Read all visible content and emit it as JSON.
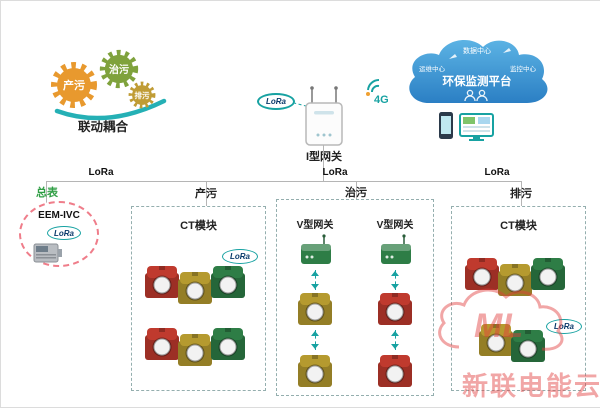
{
  "gears": {
    "gear_produce": "产污",
    "gear_treat": "治污",
    "gear_discharge": "排污",
    "caption": "联动耦合"
  },
  "gateway": {
    "label": "I型网关",
    "lora_badge": "LoRa"
  },
  "link": {
    "network": "4G"
  },
  "cloud": {
    "title": "环保监测平台",
    "node_top": "数据中心",
    "node_left": "运维中心",
    "node_right": "监控中心"
  },
  "bus": {
    "lora_left": "LoRa",
    "lora_center": "LoRa",
    "lora_right": "LoRa"
  },
  "meter": {
    "label": "总表",
    "model": "EEM-IVC",
    "lora_badge": "LoRa"
  },
  "branches": {
    "produce": {
      "label": "产污",
      "module_title": "CT模块",
      "lora_badge": "LoRa"
    },
    "treat": {
      "label": "治污",
      "gateway_left": "V型网关",
      "gateway_right": "V型网关"
    },
    "discharge": {
      "label": "排污",
      "module_title": "CT模块",
      "lora_badge": "LoRa"
    }
  },
  "watermark": {
    "logo": "ML",
    "text": "新联电能云"
  },
  "colors": {
    "teal": "#17a2a2",
    "cloud_blue": "#3f9fd8",
    "red_module": "#bf3a2e",
    "yellow_module": "#b59a2f",
    "green_module": "#2e7d46",
    "gear_orange": "#e8992e",
    "gear_green": "#7fa23c",
    "gear_mustard": "#c09c35",
    "watermark_red": "#e23c3c",
    "dashed_pink": "#ef7d8a"
  }
}
